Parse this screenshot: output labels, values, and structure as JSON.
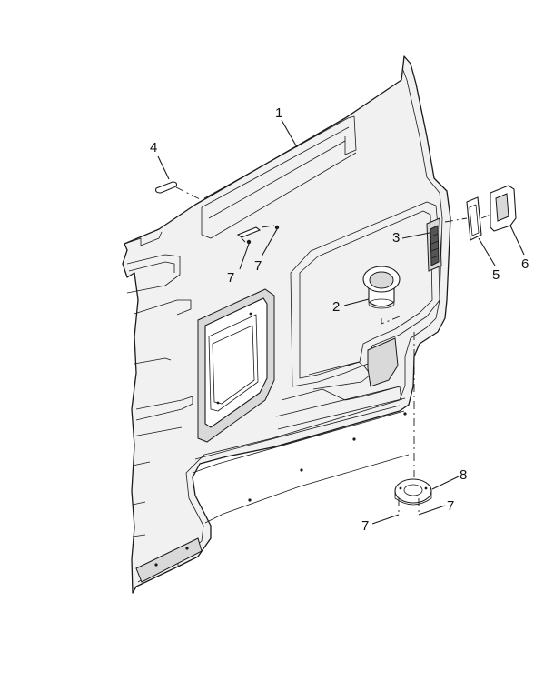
{
  "diagram": {
    "callouts": [
      "1",
      "2",
      "3",
      "4",
      "5",
      "6",
      "7",
      "7",
      "7",
      "7",
      "8"
    ]
  },
  "colors": {
    "line": "#1a1a1a",
    "panel_fill": "#f1f1f1",
    "background": "#ffffff"
  }
}
